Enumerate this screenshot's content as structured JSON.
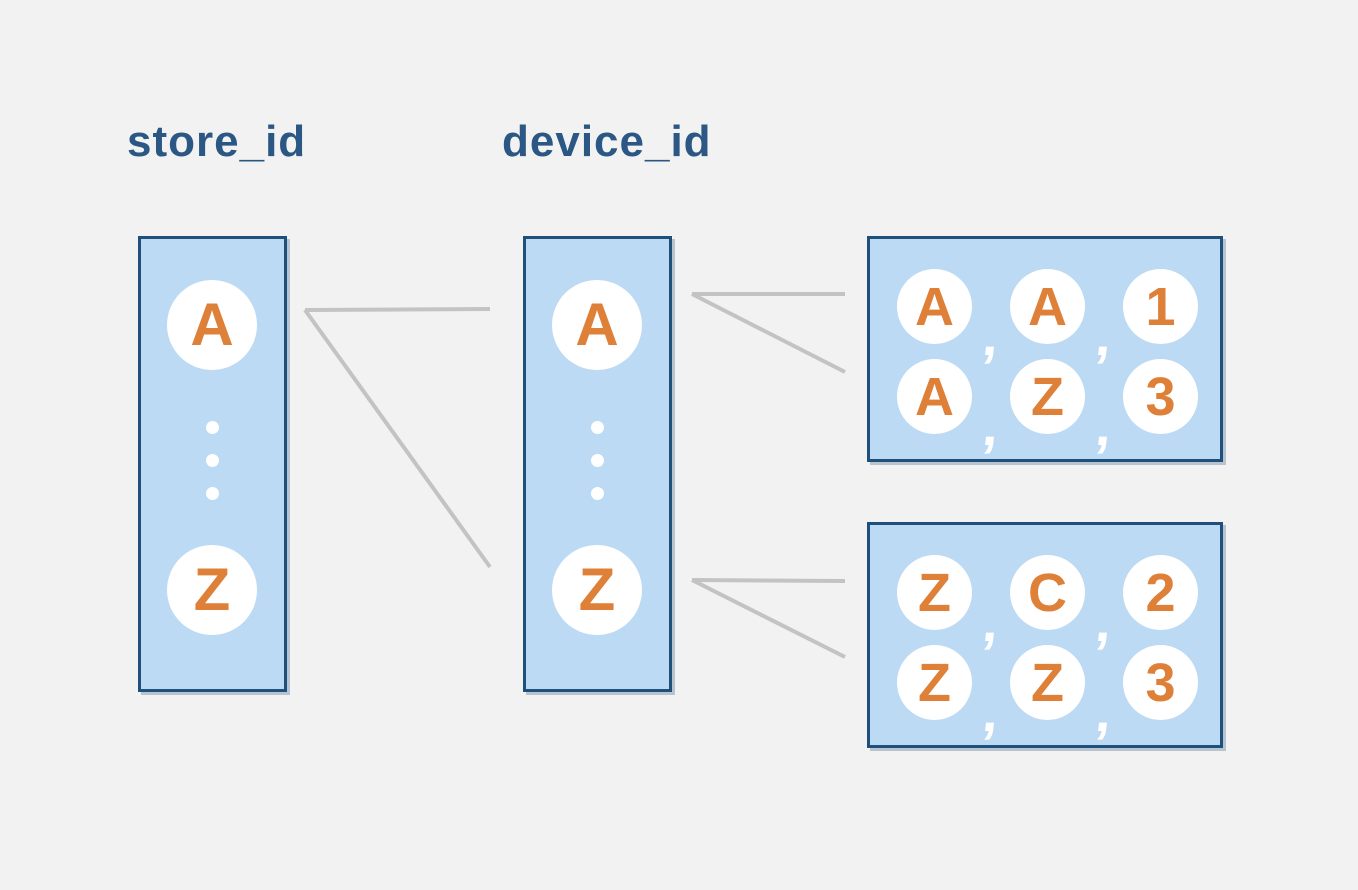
{
  "colors": {
    "background": "#F2F2F2",
    "box_fill": "#BCDAF4",
    "box_border": "#1F4F7B",
    "accent_orange": "#DF8038",
    "label_blue": "#2A5783",
    "connector_gray": "#C3C3C3",
    "circle_fill": "#FFFFFF"
  },
  "labels": {
    "store_column": "store_id",
    "device_column": "device_id"
  },
  "store_column": {
    "top_value": "A",
    "bottom_value": "Z"
  },
  "device_column": {
    "top_value": "A",
    "bottom_value": "Z"
  },
  "separator": ",",
  "tuple_boxes": [
    {
      "rows": [
        [
          "A",
          "A",
          "1"
        ],
        [
          "A",
          "Z",
          "3"
        ]
      ]
    },
    {
      "rows": [
        [
          "Z",
          "C",
          "2"
        ],
        [
          "Z",
          "Z",
          "3"
        ]
      ]
    }
  ]
}
